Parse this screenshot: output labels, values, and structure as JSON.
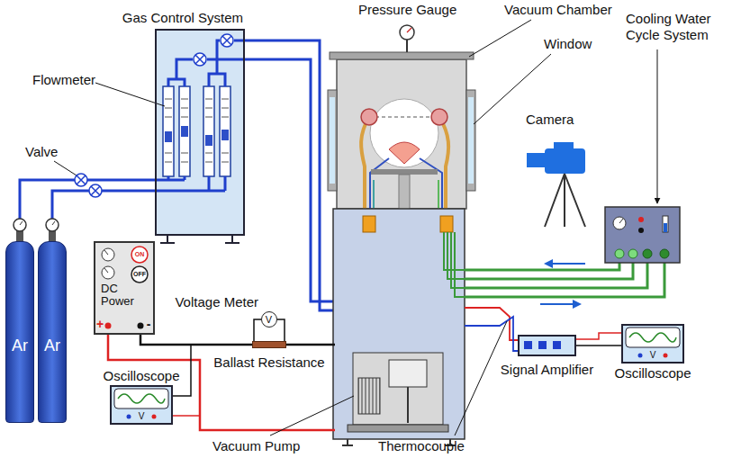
{
  "diagram": {
    "nodes": [
      {
        "text": [
          "Gas Control System"
        ]
      },
      {
        "text": [
          "Ar"
        ]
      },
      {
        "text": [
          "Ar"
        ]
      },
      {
        "text": [
          "DC Power",
          "ON",
          "OFF",
          "+",
          "-"
        ]
      },
      {
        "text": [
          "Voltage Meter",
          "V"
        ]
      },
      {
        "text": [
          "Ballast Resistance"
        ]
      },
      {
        "text": [
          "Oscilloscope",
          "V"
        ]
      },
      {
        "text": [
          "Signal Amplifier"
        ]
      },
      {
        "text": [
          "Oscilloscope",
          "V"
        ]
      }
    ],
    "edges": [
      {
        "from": 1,
        "to": 0,
        "arrow": "none"
      },
      {
        "from": 2,
        "to": 0,
        "arrow": "none"
      },
      {
        "from": 3,
        "to": 5,
        "arrow": "none"
      },
      {
        "from": 4,
        "to": 5,
        "arrow": "none"
      },
      {
        "from": 7,
        "to": 8,
        "arrow": "none"
      }
    ],
    "labels": [
      "Pressure Gauge",
      "Vacuum Chamber",
      "Window",
      "Camera",
      "Cooling Water Cycle System",
      "Flowmeter",
      "Valve",
      "Vacuum Pump",
      "Thermocouple"
    ]
  }
}
